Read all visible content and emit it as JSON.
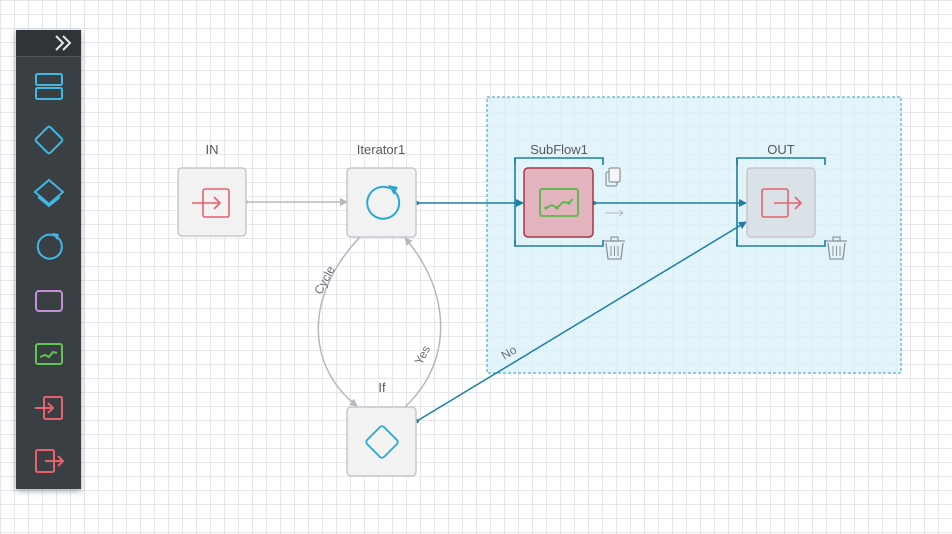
{
  "palette": {
    "collapse_icon": "double-chevron-right-icon",
    "tools": [
      {
        "name": "sequence-tool",
        "icon": "stacked-rectangles-icon"
      },
      {
        "name": "condition-tool",
        "icon": "diamond-icon"
      },
      {
        "name": "switch-tool",
        "icon": "layers-icon"
      },
      {
        "name": "iterator-tool",
        "icon": "cycle-icon"
      },
      {
        "name": "subflow-container-tool",
        "icon": "rounded-rectangle-icon"
      },
      {
        "name": "subflow-tool",
        "icon": "trend-line-icon"
      },
      {
        "name": "input-tool",
        "icon": "enter-icon"
      },
      {
        "name": "output-tool",
        "icon": "exit-icon"
      }
    ]
  },
  "nodes": {
    "in": {
      "label": "IN"
    },
    "iterator": {
      "label": "Iterator1"
    },
    "if": {
      "label": "If"
    },
    "subflow": {
      "label": "SubFlow1"
    },
    "out": {
      "label": "OUT"
    }
  },
  "edges": {
    "cycle": "Cycle",
    "yes": "Yes",
    "no": "No"
  },
  "colors": {
    "accent": "#1c7fa3",
    "selection_fill": "#daf0f8",
    "edge_default": "#b5b8bc",
    "input_red": "#e9606f",
    "output_red": "#e9606f",
    "subflow_green": "#55b948",
    "subflow_fill": "#e3b4bd",
    "iterator_blue": "#2aa7d6"
  }
}
